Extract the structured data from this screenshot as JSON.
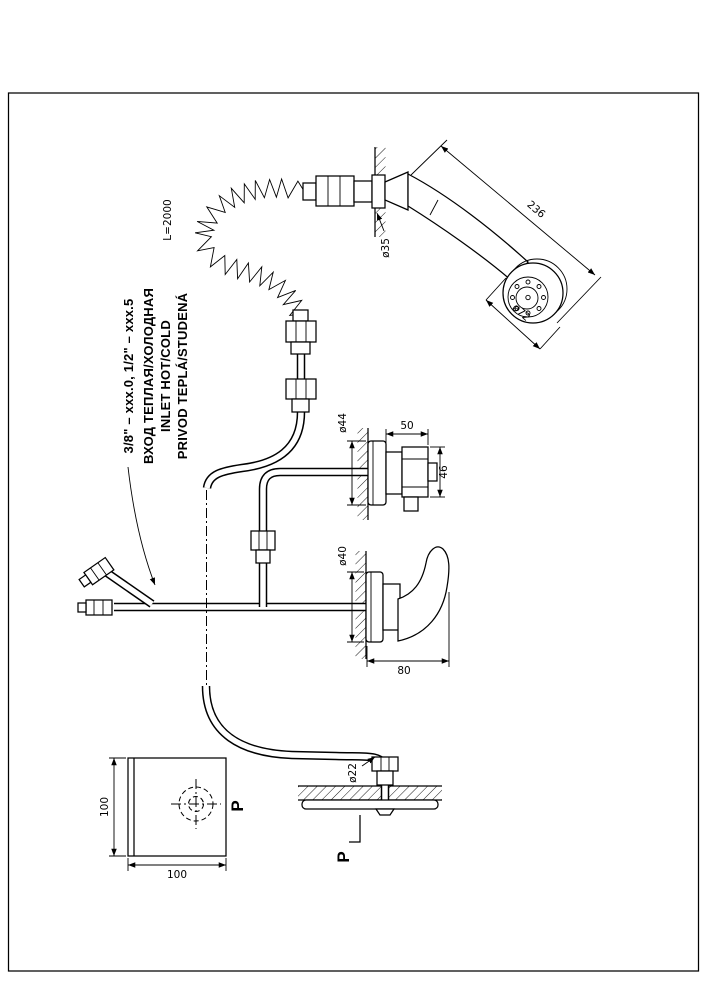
{
  "drawing": {
    "colors": {
      "ink": "#000000",
      "paper": "#ffffff"
    },
    "dimensions": {
      "hose_to_head": "236",
      "head_diameter": "ø72",
      "holder_diameter": "ø35",
      "hose_length": "L=2000",
      "mixer_flange_diameter": "ø44",
      "mixer_width": "50",
      "mixer_height": "46",
      "valve_flange_diameter": "ø40",
      "valve_length": "80",
      "ceiling_pipe_diameter": "ø22",
      "plate_height": "100",
      "plate_width": "100"
    },
    "notes": {
      "line1": "PRIVOD TEPLÁ/STUDENÁ",
      "line2": "INLET HOT/COLD",
      "line3": "ВХОД ТЕПЛАЯ/ХОЛОДНАЯ",
      "line4": "3/8\" – xxx.0, 1/2\" – xxx.5"
    },
    "section_labels": {
      "detail": "P",
      "cut": "P"
    }
  }
}
